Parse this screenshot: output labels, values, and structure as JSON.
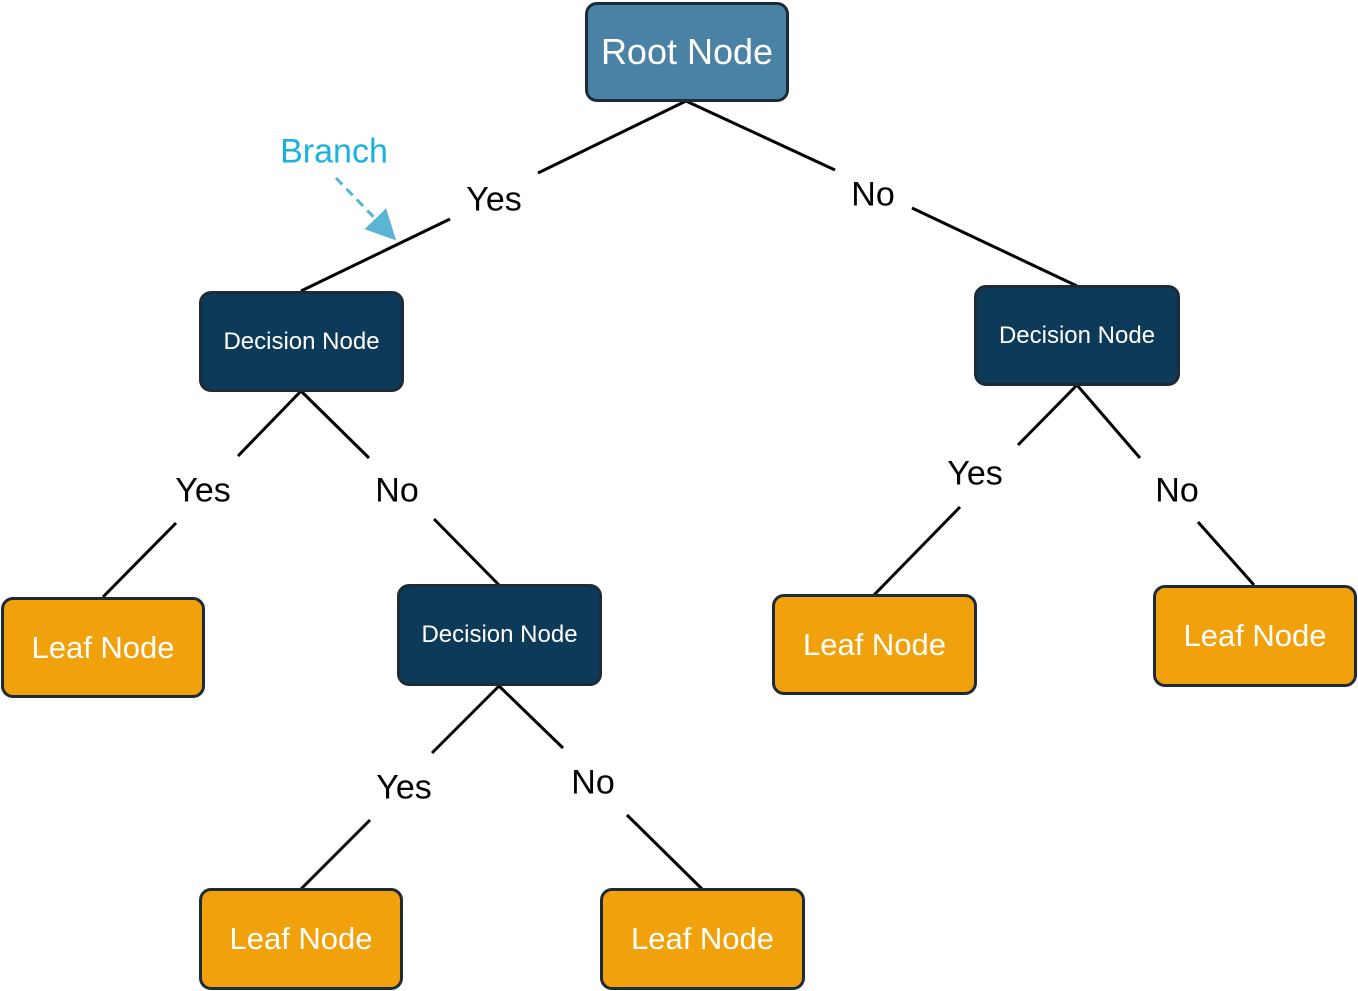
{
  "colors": {
    "root_fill": "#4a82a6",
    "decision_fill": "#0e3a5a",
    "leaf_fill": "#f0a10c",
    "node_border": "#1c2b36",
    "annotation": "#1ab0e0",
    "annotation_arrow": "#5ab4d4",
    "edge": "#000000"
  },
  "root": {
    "label": "Root Node"
  },
  "decision_nodes": [
    {
      "label": "Decision Node"
    },
    {
      "label": "Decision Node"
    },
    {
      "label": "Decision Node"
    }
  ],
  "leaf_nodes": [
    {
      "label": "Leaf Node"
    },
    {
      "label": "Leaf Node"
    },
    {
      "label": "Leaf Node"
    },
    {
      "label": "Leaf Node"
    },
    {
      "label": "Leaf Node"
    }
  ],
  "edge_labels": [
    {
      "label": "Yes"
    },
    {
      "label": "No"
    },
    {
      "label": "Yes"
    },
    {
      "label": "No"
    },
    {
      "label": "Yes"
    },
    {
      "label": "No"
    },
    {
      "label": "Yes"
    },
    {
      "label": "No"
    }
  ],
  "annotation": {
    "label": "Branch"
  }
}
